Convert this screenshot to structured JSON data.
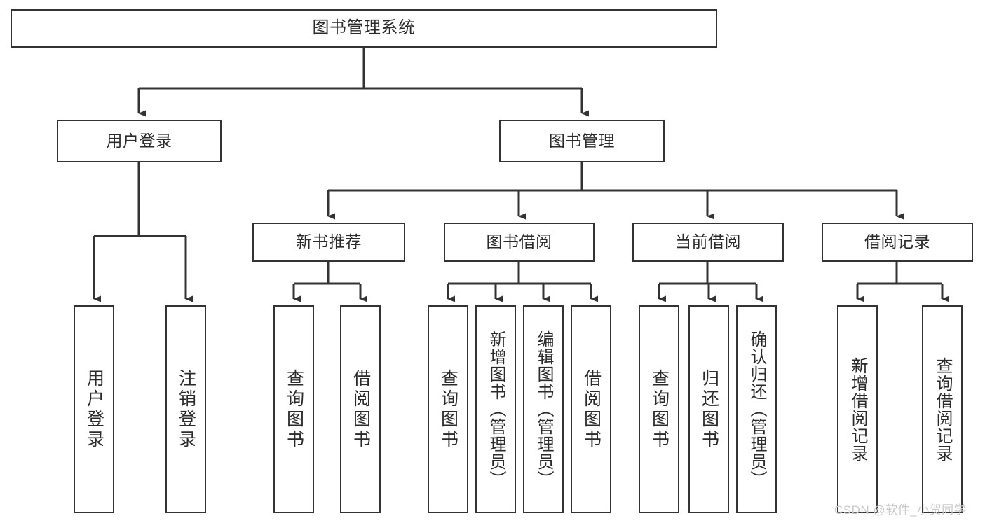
{
  "diagram": {
    "type": "tree-hierarchy-chart",
    "title": "图书管理系统",
    "background_color": "#ffffff",
    "box_border_color": "#333333",
    "connector_color": "#333333",
    "text_color": "#2b2b2b"
  },
  "nodes": {
    "root": {
      "label": "图书管理系统"
    },
    "level2": [
      {
        "label": "用户登录"
      },
      {
        "label": "图书管理"
      }
    ],
    "level3": [
      {
        "label": "新书推荐"
      },
      {
        "label": "图书借阅"
      },
      {
        "label": "当前借阅"
      },
      {
        "label": "借阅记录"
      }
    ],
    "leaves": {
      "user_login": [
        {
          "label": "用户登录"
        },
        {
          "label": "注销登录"
        }
      ],
      "new_book_recommend": [
        {
          "label": "查询图书"
        },
        {
          "label": "借阅图书"
        }
      ],
      "book_borrow": [
        {
          "label": "查询图书"
        },
        {
          "label": "新增图书（管理员）"
        },
        {
          "label": "编辑图书（管理员）"
        },
        {
          "label": "借阅图书"
        }
      ],
      "current_borrow": [
        {
          "label": "查询图书"
        },
        {
          "label": "归还图书"
        },
        {
          "label": "确认归还（管理员）"
        }
      ],
      "borrow_record": [
        {
          "label": "新增借阅记录"
        },
        {
          "label": "查询借阅记录"
        }
      ]
    }
  },
  "watermark": {
    "text": "CSDN @软件_小贺同学",
    "color": "#c9c9c9"
  }
}
